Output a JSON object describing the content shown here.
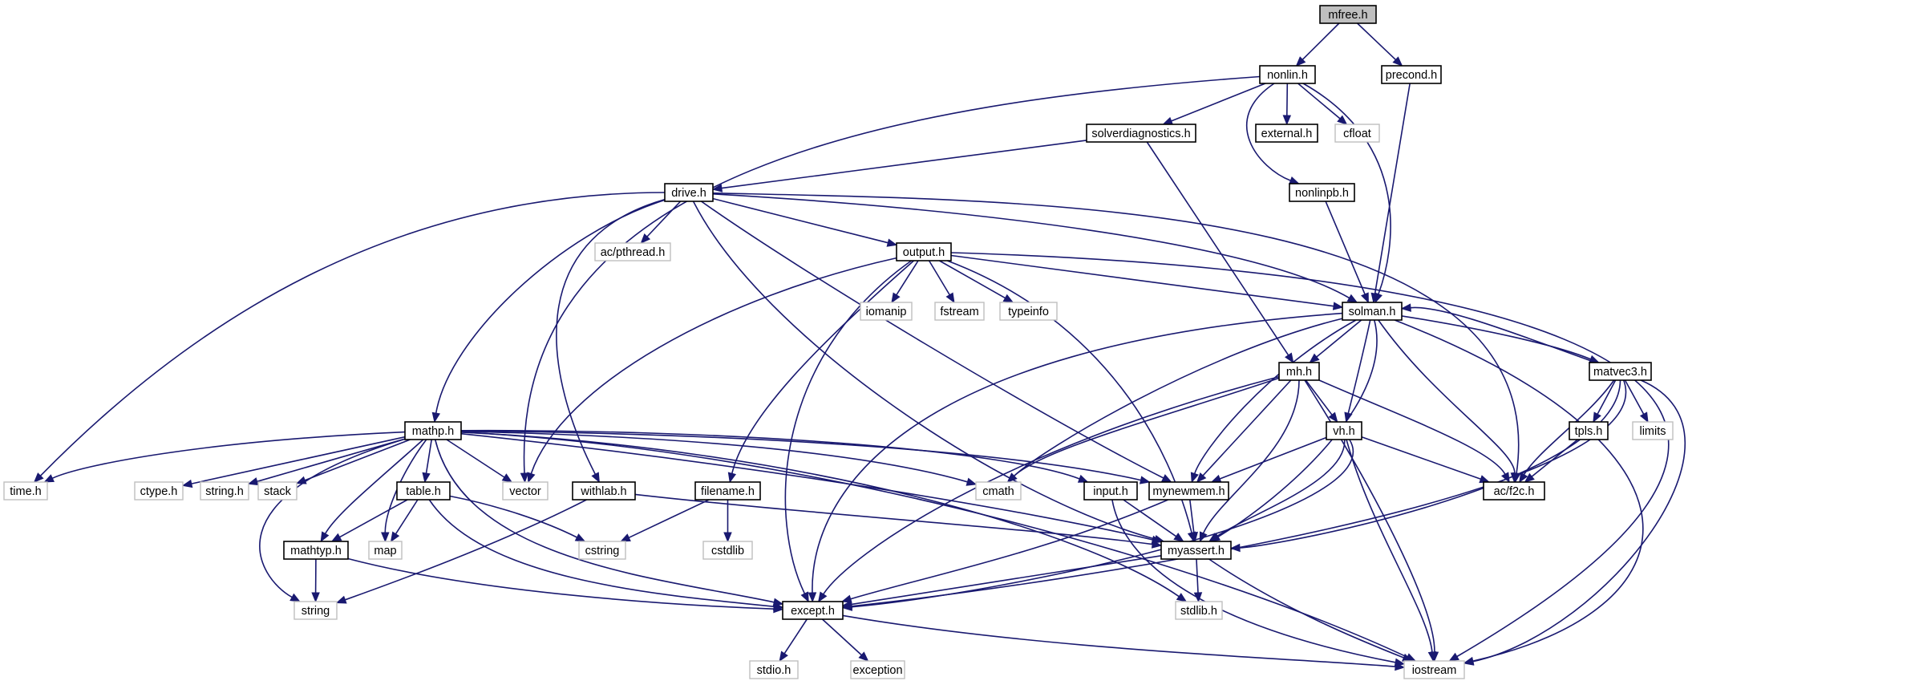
{
  "diagram": {
    "type": "include-dependency-graph",
    "colors": {
      "edge": "#191970",
      "root_fill": "#bfbfbf",
      "local_border": "#000000",
      "system_border": "#bfbfbf"
    },
    "nodes": [
      {
        "id": "mfree",
        "label": "mfree.h",
        "kind": "root"
      },
      {
        "id": "nonlin",
        "label": "nonlin.h",
        "kind": "local"
      },
      {
        "id": "precond",
        "label": "precond.h",
        "kind": "local"
      },
      {
        "id": "solverdiag",
        "label": "solverdiagnostics.h",
        "kind": "local"
      },
      {
        "id": "external",
        "label": "external.h",
        "kind": "local"
      },
      {
        "id": "cfloat",
        "label": "cfloat",
        "kind": "system"
      },
      {
        "id": "nonlinpb",
        "label": "nonlinpb.h",
        "kind": "local"
      },
      {
        "id": "drive",
        "label": "drive.h",
        "kind": "local"
      },
      {
        "id": "acpthread",
        "label": "ac/pthread.h",
        "kind": "system"
      },
      {
        "id": "output",
        "label": "output.h",
        "kind": "local"
      },
      {
        "id": "iomanip",
        "label": "iomanip",
        "kind": "system"
      },
      {
        "id": "fstream",
        "label": "fstream",
        "kind": "system"
      },
      {
        "id": "typeinfo",
        "label": "typeinfo",
        "kind": "system"
      },
      {
        "id": "solman",
        "label": "solman.h",
        "kind": "local"
      },
      {
        "id": "mh",
        "label": "mh.h",
        "kind": "local"
      },
      {
        "id": "matvec3",
        "label": "matvec3.h",
        "kind": "local"
      },
      {
        "id": "tpls",
        "label": "tpls.h",
        "kind": "local"
      },
      {
        "id": "limits",
        "label": "limits",
        "kind": "system"
      },
      {
        "id": "vh",
        "label": "vh.h",
        "kind": "local"
      },
      {
        "id": "acf2c",
        "label": "ac/f2c.h",
        "kind": "local"
      },
      {
        "id": "mathp",
        "label": "mathp.h",
        "kind": "local"
      },
      {
        "id": "timeh",
        "label": "time.h",
        "kind": "system"
      },
      {
        "id": "ctypeh",
        "label": "ctype.h",
        "kind": "system"
      },
      {
        "id": "stringh",
        "label": "string.h",
        "kind": "system"
      },
      {
        "id": "stack",
        "label": "stack",
        "kind": "system"
      },
      {
        "id": "vector",
        "label": "vector",
        "kind": "system"
      },
      {
        "id": "tableh",
        "label": "table.h",
        "kind": "local"
      },
      {
        "id": "withlab",
        "label": "withlab.h",
        "kind": "local"
      },
      {
        "id": "filename",
        "label": "filename.h",
        "kind": "local"
      },
      {
        "id": "cmath",
        "label": "cmath",
        "kind": "system"
      },
      {
        "id": "inputh",
        "label": "input.h",
        "kind": "local"
      },
      {
        "id": "mynewmem",
        "label": "mynewmem.h",
        "kind": "local"
      },
      {
        "id": "mathtyp",
        "label": "mathtyp.h",
        "kind": "local"
      },
      {
        "id": "map",
        "label": "map",
        "kind": "system"
      },
      {
        "id": "cstring",
        "label": "cstring",
        "kind": "system"
      },
      {
        "id": "cstdlib",
        "label": "cstdlib",
        "kind": "system"
      },
      {
        "id": "myassert",
        "label": "myassert.h",
        "kind": "local"
      },
      {
        "id": "string",
        "label": "string",
        "kind": "system"
      },
      {
        "id": "except",
        "label": "except.h",
        "kind": "local"
      },
      {
        "id": "stdlibh",
        "label": "stdlib.h",
        "kind": "system"
      },
      {
        "id": "stdioh",
        "label": "stdio.h",
        "kind": "system"
      },
      {
        "id": "exception",
        "label": "exception",
        "kind": "system"
      },
      {
        "id": "iostream",
        "label": "iostream",
        "kind": "system"
      }
    ],
    "edges": [
      [
        "mfree",
        "nonlin"
      ],
      [
        "mfree",
        "precond"
      ],
      [
        "nonlin",
        "solverdiag"
      ],
      [
        "nonlin",
        "external"
      ],
      [
        "nonlin",
        "cfloat"
      ],
      [
        "nonlin",
        "nonlinpb"
      ],
      [
        "nonlin",
        "solman"
      ],
      [
        "nonlin",
        "vector"
      ],
      [
        "precond",
        "solman"
      ],
      [
        "solverdiag",
        "drive"
      ],
      [
        "solverdiag",
        "mh"
      ],
      [
        "nonlinpb",
        "solman"
      ],
      [
        "drive",
        "acpthread"
      ],
      [
        "drive",
        "output"
      ],
      [
        "drive",
        "solman"
      ],
      [
        "drive",
        "mathp"
      ],
      [
        "drive",
        "withlab"
      ],
      [
        "drive",
        "timeh"
      ],
      [
        "drive",
        "mynewmem"
      ],
      [
        "drive",
        "myassert"
      ],
      [
        "drive",
        "acf2c"
      ],
      [
        "output",
        "iomanip"
      ],
      [
        "output",
        "fstream"
      ],
      [
        "output",
        "typeinfo"
      ],
      [
        "output",
        "solman"
      ],
      [
        "output",
        "filename"
      ],
      [
        "output",
        "vector"
      ],
      [
        "output",
        "except"
      ],
      [
        "output",
        "myassert"
      ],
      [
        "output",
        "iostream"
      ],
      [
        "solman",
        "mh"
      ],
      [
        "solman",
        "matvec3"
      ],
      [
        "solman",
        "vh"
      ],
      [
        "solman",
        "acf2c"
      ],
      [
        "solman",
        "cmath"
      ],
      [
        "solman",
        "mynewmem"
      ],
      [
        "solman",
        "myassert"
      ],
      [
        "solman",
        "except"
      ],
      [
        "solman",
        "iostream"
      ],
      [
        "matvec3",
        "solman"
      ],
      [
        "matvec3",
        "tpls"
      ],
      [
        "matvec3",
        "limits"
      ],
      [
        "matvec3",
        "acf2c"
      ],
      [
        "matvec3",
        "myassert"
      ],
      [
        "matvec3",
        "except"
      ],
      [
        "matvec3",
        "iostream"
      ],
      [
        "tpls",
        "acf2c"
      ],
      [
        "mh",
        "vh"
      ],
      [
        "mh",
        "acf2c"
      ],
      [
        "mh",
        "cmath"
      ],
      [
        "mh",
        "mynewmem"
      ],
      [
        "mh",
        "myassert"
      ],
      [
        "mh",
        "except"
      ],
      [
        "mh",
        "iostream"
      ],
      [
        "vh",
        "acf2c"
      ],
      [
        "vh",
        "mynewmem"
      ],
      [
        "vh",
        "myassert"
      ],
      [
        "vh",
        "except"
      ],
      [
        "vh",
        "iostream"
      ],
      [
        "mathp",
        "timeh"
      ],
      [
        "mathp",
        "ctypeh"
      ],
      [
        "mathp",
        "stringh"
      ],
      [
        "mathp",
        "stack"
      ],
      [
        "mathp",
        "vector"
      ],
      [
        "mathp",
        "tableh"
      ],
      [
        "mathp",
        "cmath"
      ],
      [
        "mathp",
        "inputh"
      ],
      [
        "mathp",
        "mynewmem"
      ],
      [
        "mathp",
        "mathtyp"
      ],
      [
        "mathp",
        "map"
      ],
      [
        "mathp",
        "myassert"
      ],
      [
        "mathp",
        "string"
      ],
      [
        "mathp",
        "except"
      ],
      [
        "mathp",
        "stdlibh"
      ],
      [
        "mathp",
        "iostream"
      ],
      [
        "tableh",
        "mathtyp"
      ],
      [
        "tableh",
        "map"
      ],
      [
        "tableh",
        "cstring"
      ],
      [
        "tableh",
        "except"
      ],
      [
        "withlab",
        "myassert"
      ],
      [
        "withlab",
        "string"
      ],
      [
        "filename",
        "cstring"
      ],
      [
        "filename",
        "cstdlib"
      ],
      [
        "inputh",
        "myassert"
      ],
      [
        "inputh",
        "iostream"
      ],
      [
        "mynewmem",
        "myassert"
      ],
      [
        "mynewmem",
        "except"
      ],
      [
        "mathtyp",
        "string"
      ],
      [
        "mathtyp",
        "except"
      ],
      [
        "myassert",
        "except"
      ],
      [
        "myassert",
        "stdlibh"
      ],
      [
        "myassert",
        "iostream"
      ],
      [
        "except",
        "stdioh"
      ],
      [
        "except",
        "exception"
      ],
      [
        "except",
        "iostream"
      ]
    ]
  }
}
